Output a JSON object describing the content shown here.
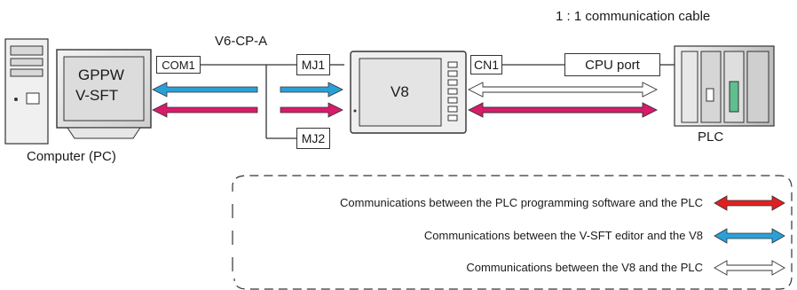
{
  "cable_title": "1 : 1 communication cable",
  "cable_model": "V6-CP-A",
  "pc": {
    "screen_text_1": "GPPW",
    "screen_text_2": "V-SFT",
    "label": "Computer (PC)",
    "port": "COM1"
  },
  "ports": {
    "mj1": "MJ1",
    "mj2": "MJ2",
    "cn1": "CN1",
    "cpu": "CPU port"
  },
  "hmi": {
    "label": "V8"
  },
  "plc": {
    "label": "PLC"
  },
  "colors": {
    "programming": "#d81b6a",
    "editor": "#2aa0d8",
    "v8_plc": "#ffffff",
    "legend_programming": "#e02020",
    "outline": "#333333"
  },
  "legend": [
    {
      "text": "Communications between the PLC programming software and the PLC",
      "color_key": "legend_programming"
    },
    {
      "text": "Communications between the V-SFT editor and the V8",
      "color_key": "editor"
    },
    {
      "text": "Communications between the V8 and the PLC",
      "color_key": "v8_plc"
    }
  ]
}
